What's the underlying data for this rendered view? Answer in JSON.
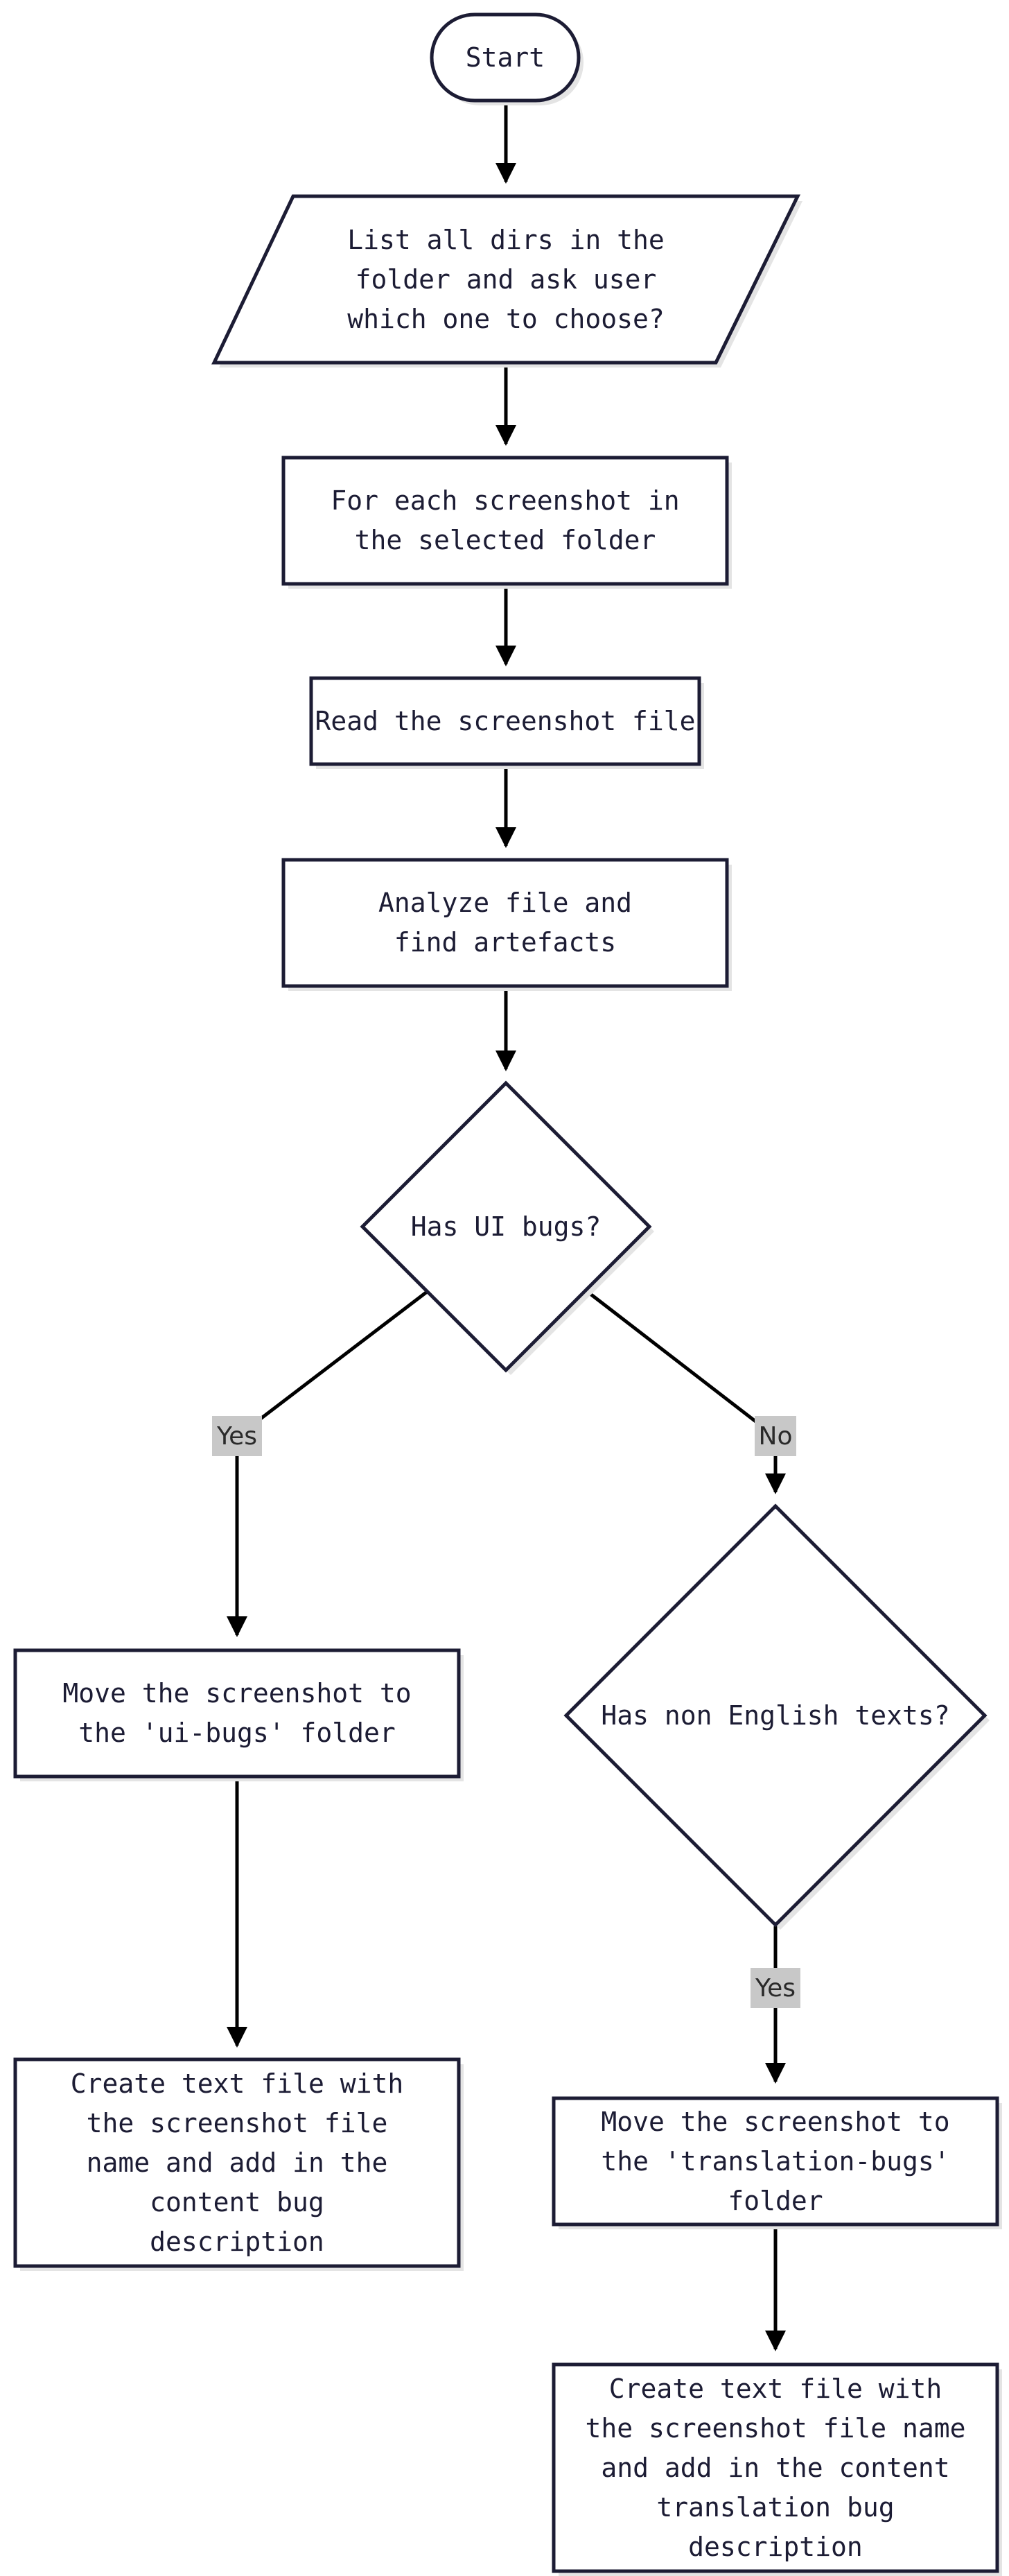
{
  "nodes": {
    "start": "Start",
    "list_dirs": "List all dirs in the folder and ask user which one to choose?",
    "for_each": "For each screenshot in the selected folder",
    "read_file": "Read the screenshot file",
    "analyze": "Analyze file and find artefacts",
    "has_ui_bugs": "Has UI bugs?",
    "move_ui_bugs": "Move the screenshot to the 'ui-bugs' folder",
    "create_ui_text": "Create text file with the screenshot file name and add in the content bug description",
    "has_non_english": "Has non English texts?",
    "move_translation": "Move the screenshot to the 'translation-bugs' folder",
    "create_translation_text": "Create text file with the screenshot file name and add in the content translation bug description"
  },
  "edges": {
    "ui_yes": "Yes",
    "ui_no": "No",
    "translation_yes": "Yes"
  },
  "colors": {
    "stroke": "#1c1c34",
    "edge": "#000000",
    "fill": "#ffffff",
    "shadow": "#e4e4e4",
    "label_bg": "#c8c8c8"
  }
}
